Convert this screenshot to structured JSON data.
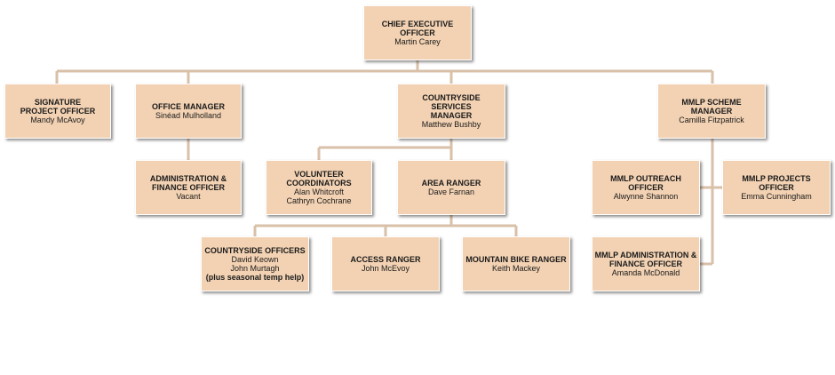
{
  "colors": {
    "box": "#f3d2b3",
    "connector": "#d9c0a8"
  },
  "nodes": {
    "ceo": {
      "title": [
        "CHIEF EXECUTIVE",
        "OFFICER"
      ],
      "names": [
        "Martin Carey"
      ]
    },
    "signature": {
      "title": [
        "SIGNATURE",
        "PROJECT OFFICER"
      ],
      "names": [
        "Mandy McAvoy"
      ]
    },
    "office_manager": {
      "title": [
        "OFFICE MANAGER"
      ],
      "names": [
        "Sinéad Mulholland"
      ]
    },
    "countryside_manager": {
      "title": [
        "COUNTRYSIDE",
        "SERVICES",
        "MANAGER"
      ],
      "names": [
        "Matthew Bushby"
      ]
    },
    "mmlp_manager": {
      "title": [
        "MMLP SCHEME MANAGER"
      ],
      "names": [
        "Camilla Fitzpatrick"
      ]
    },
    "admin_finance": {
      "title": [
        "ADMINISTRATION &",
        "FINANCE OFFICER"
      ],
      "names": [
        "Vacant"
      ]
    },
    "volunteer": {
      "title": [
        "VOLUNTEER",
        "COORDINATORS"
      ],
      "names": [
        "Alan Whitcroft",
        "Cathryn Cochrane"
      ]
    },
    "area_ranger": {
      "title": [
        "AREA RANGER"
      ],
      "names": [
        "Dave Farnan"
      ]
    },
    "mmlp_outreach": {
      "title": [
        "MMLP OUTREACH OFFICER"
      ],
      "names": [
        "Alwynne Shannon"
      ]
    },
    "mmlp_projects": {
      "title": [
        "MMLP PROJECTS OFFICER"
      ],
      "names": [
        "Emma Cunningham"
      ]
    },
    "countryside_officers": {
      "title": [
        "COUNTRYSIDE OFFICERS"
      ],
      "names": [
        "David Keown",
        "John Murtagh"
      ],
      "note": "(plus seasonal temp help)"
    },
    "access_ranger": {
      "title": [
        "ACCESS RANGER"
      ],
      "names": [
        "John McEvoy"
      ]
    },
    "mtb_ranger": {
      "title": [
        "MOUNTAIN BIKE RANGER"
      ],
      "names": [
        "Keith Mackey"
      ]
    },
    "mmlp_admin_finance": {
      "title": [
        "MMLP ADMINISTRATION &",
        "FINANCE OFFICER"
      ],
      "names": [
        "Amanda McDonald"
      ]
    }
  }
}
